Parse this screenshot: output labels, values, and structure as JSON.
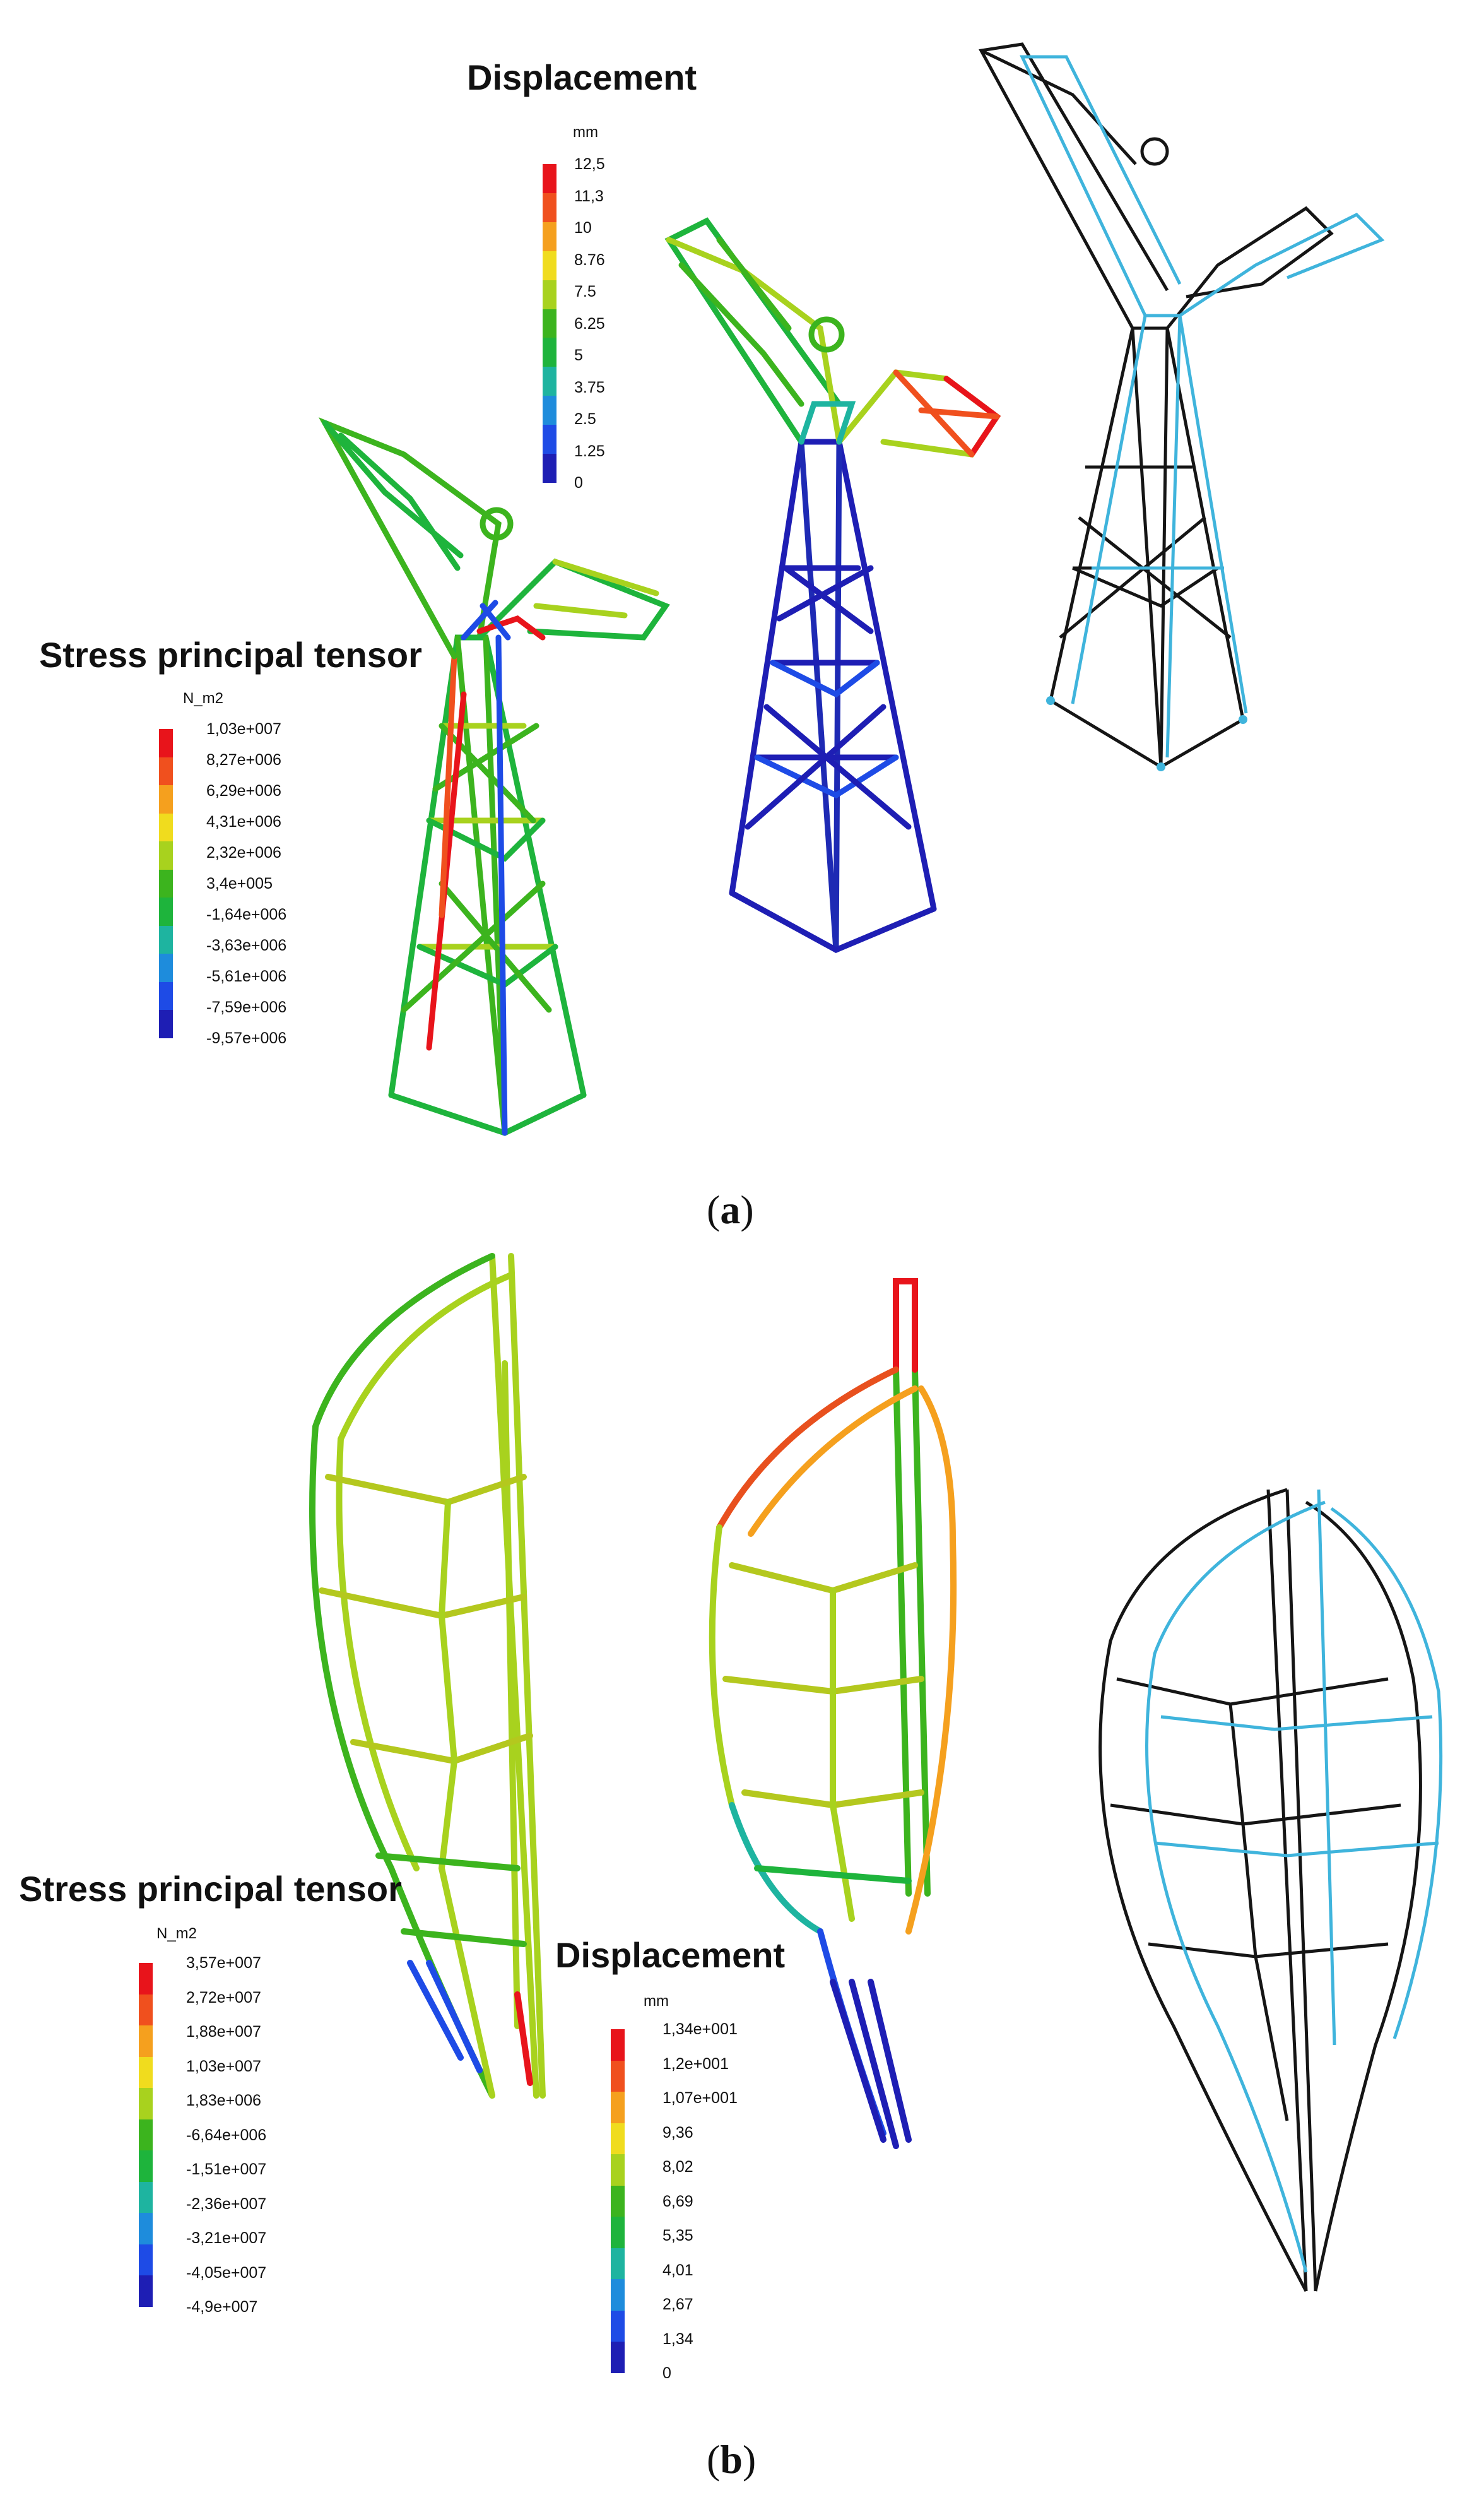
{
  "panels": [
    {
      "id": "a",
      "caption_open": "(",
      "caption_letter": "a",
      "caption_close": ")",
      "displacement_legend": {
        "title": "Displacement",
        "unit": "mm",
        "labels": [
          "12,5",
          "11,3",
          "10",
          "8.76",
          "7.5",
          "6.25",
          "5",
          "3.75",
          "2.5",
          "1.25",
          "0"
        ]
      },
      "stress_legend": {
        "title": "Stress principal tensor",
        "unit": "N_m2",
        "labels": [
          "1,03e+007",
          "8,27e+006",
          "6,29e+006",
          "4,31e+006",
          "2,32e+006",
          "3,4e+005",
          "-1,64e+006",
          "-3,63e+006",
          "-5,61e+006",
          "-7,59e+006",
          "-9,57e+006"
        ]
      }
    },
    {
      "id": "b",
      "caption_open": "(",
      "caption_letter": "b",
      "caption_close": ")",
      "stress_legend": {
        "title": "Stress principal tensor",
        "unit": "N_m2",
        "labels": [
          "3,57e+007",
          "2,72e+007",
          "1,88e+007",
          "1,03e+007",
          "1,83e+006",
          "-6,64e+006",
          "-1,51e+007",
          "-2,36e+007",
          "-3,21e+007",
          "-4,05e+007",
          "-4,9e+007"
        ]
      },
      "displacement_legend": {
        "title": "Displacement",
        "unit": "mm",
        "labels": [
          "1,34e+001",
          "1,2e+001",
          "1,07e+001",
          "9,36",
          "8,02",
          "6,69",
          "5,35",
          "4,01",
          "2,67",
          "1,34",
          "0"
        ]
      }
    }
  ],
  "colors": {
    "scale": [
      "#e8141b",
      "#f0501e",
      "#f5a01e",
      "#f0dc1e",
      "#a8d21e",
      "#3cb41e",
      "#1eb43c",
      "#1eb4a0",
      "#1e8cdc",
      "#1e4be6",
      "#1e1eb4"
    ],
    "undeformed": "#151515",
    "deformed": "#3fb4dc"
  }
}
